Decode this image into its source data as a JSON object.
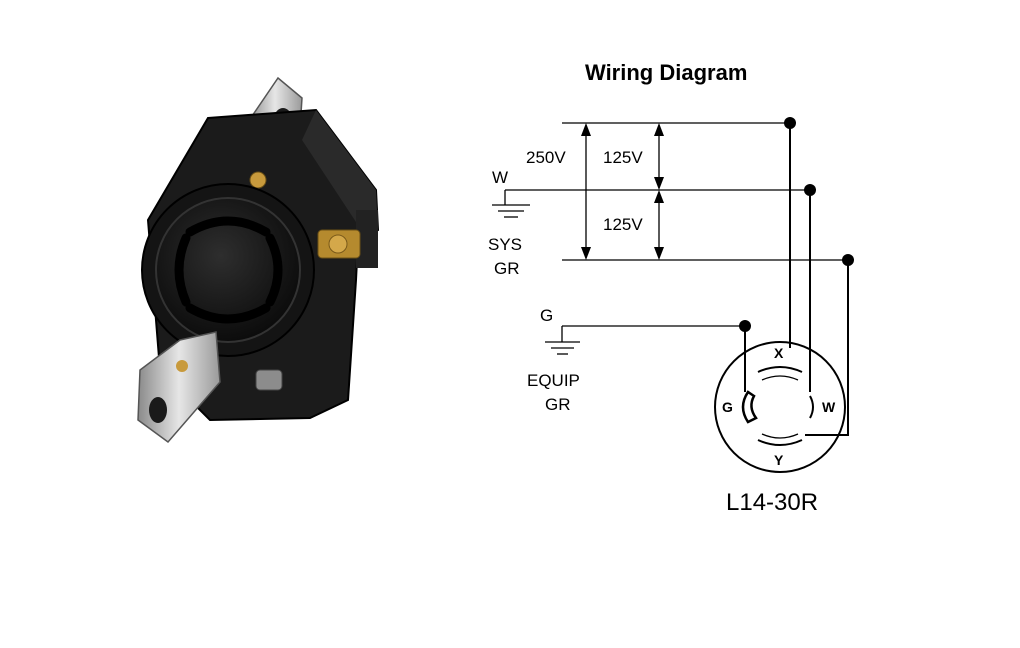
{
  "diagram": {
    "title": "Wiring Diagram",
    "model": "L14-30R",
    "voltages": {
      "line_to_line": "250V",
      "upper_line_to_neutral": "125V",
      "lower_line_to_neutral": "125V"
    },
    "labels": {
      "neutral": "W",
      "system_ground_1": "SYS",
      "system_ground_2": "GR",
      "ground": "G",
      "equipment_ground_1": "EQUIP",
      "equipment_ground_2": "GR"
    },
    "pins": {
      "x": "X",
      "w": "W",
      "y": "Y",
      "g": "G"
    }
  },
  "photo": {
    "description_icon": "twist-lock-receptacle-icon"
  }
}
